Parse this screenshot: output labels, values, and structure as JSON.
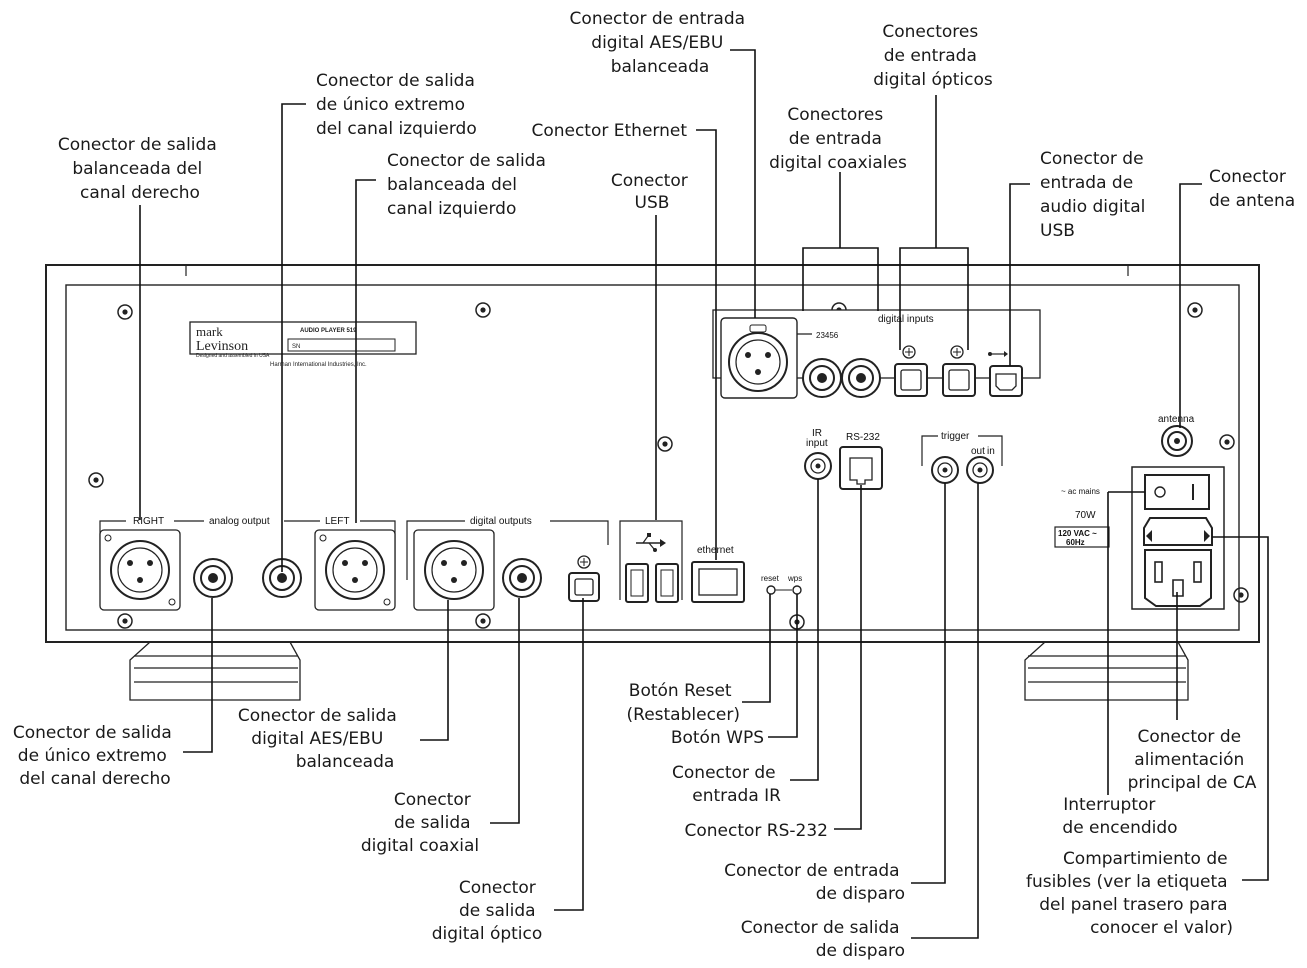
{
  "callouts": {
    "right_balanced": [
      "Conector de salida",
      "balanceada del",
      "canal derecho"
    ],
    "left_single": [
      "Conector de salida",
      "de único extremo",
      "del canal izquierdo"
    ],
    "left_balanced": [
      "Conector de salida",
      "balanceada del",
      "canal izquierdo"
    ],
    "usb": [
      "Conector",
      "USB"
    ],
    "ethernet": [
      "Conector Ethernet"
    ],
    "aes_in": [
      "Conector de entrada",
      "digital AES/EBU",
      "balanceada"
    ],
    "coax_in": [
      "Conectores",
      "de entrada",
      "digital coaxiales"
    ],
    "optical_in": [
      "Conectores",
      "de entrada",
      "digital ópticos"
    ],
    "usb_audio_in": [
      "Conector de",
      "entrada de",
      "audio digital",
      "USB"
    ],
    "antenna": [
      "Conector",
      "de antena"
    ],
    "right_single": [
      "Conector de salida",
      "de único extremo",
      "del canal derecho"
    ],
    "aes_out": [
      "Conector de salida",
      "digital AES/EBU",
      "balanceada"
    ],
    "coax_out": [
      "Conector",
      "de salida",
      "digital coaxial"
    ],
    "optical_out": [
      "Conector",
      "de salida",
      "digital óptico"
    ],
    "reset": [
      "Botón Reset",
      "(Restablecer)"
    ],
    "wps": [
      "Botón WPS"
    ],
    "ir_in": [
      "Conector de",
      "entrada IR"
    ],
    "rs232": [
      "Conector RS-232"
    ],
    "trigger_in": [
      "Conector de entrada",
      "de disparo"
    ],
    "trigger_out": [
      "Conector de salida",
      "de disparo"
    ],
    "ac_mains": [
      "Conector de",
      "alimentación",
      "principal de CA"
    ],
    "power_switch": [
      "Interruptor",
      "de encendido"
    ],
    "fuse": [
      "Compartimiento de",
      "fusibles (ver la etiqueta",
      "del panel trasero para",
      "conocer el valor)"
    ]
  },
  "panel": {
    "logo_top": "mark",
    "logo_bottom": "Levinson",
    "logo_tag": "Designed and assembled in USA",
    "model_label": "AUDIO PLAYER 519",
    "sn_label": "SN",
    "maker": "Harman International Industries, Inc.",
    "analog_output": "analog output",
    "right": "RIGHT",
    "left": "LEFT",
    "digital_outputs": "digital outputs",
    "ethernet": "ethernet",
    "reset": "reset",
    "wps": "wps",
    "ir_input": [
      "IR",
      "input"
    ],
    "rs232": "RS-232",
    "trigger": "trigger",
    "trigger_out": "out",
    "trigger_in": "in",
    "digital_inputs": "digital inputs",
    "input_numbers": "23456",
    "antenna": "antenna",
    "ac_mains": "~ ac mains",
    "power_rating": "70W",
    "voltage": [
      "120 VAC ~",
      "60Hz"
    ]
  }
}
